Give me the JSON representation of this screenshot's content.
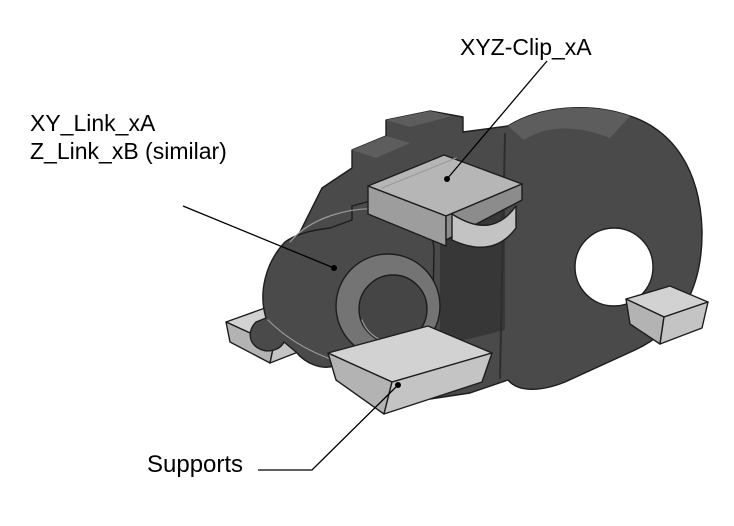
{
  "figure": {
    "type": "technical-illustration",
    "labels": {
      "clip": "XYZ-Clip_xA",
      "link_line1": "XY_Link_xA",
      "link_line2": "Z_Link_xB (similar)",
      "supports": "Supports"
    },
    "colors": {
      "background": "#ffffff",
      "outline": "#1d1d1d",
      "body_dark": "#4a4a4a",
      "body_shadow": "#373737",
      "body_light_face": "#5d5d5d",
      "boss": "#747474",
      "bore": "#454545",
      "clip_top": "#b6b6b6",
      "clip_front": "#9d9d9d",
      "clip_side": "#8c8c8c",
      "clip_latch": "#c3c3c3",
      "support_top": "#d2d2d2",
      "support_front": "#b3b3b3",
      "support_side": "#c4c4c4",
      "hole": "#ffffff",
      "leader": "#000000"
    }
  }
}
